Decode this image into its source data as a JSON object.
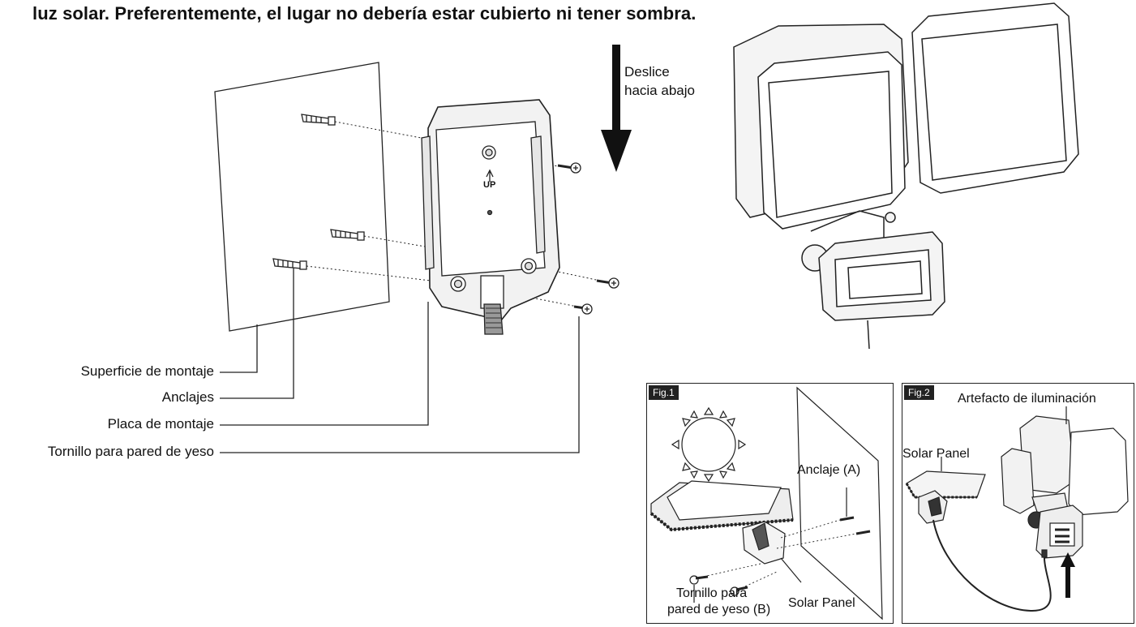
{
  "heading": "luz solar. Preferentemente, el lugar no debería estar cubierto ni tener sombra.",
  "main_diagram": {
    "slide_label_line1": "Deslice",
    "slide_label_line2": "hacia abajo",
    "up_mark": "UP",
    "callouts": [
      "Superficie de montaje",
      "Anclajes",
      "Placa de montaje",
      "Tornillo para pared de yeso"
    ]
  },
  "fig1": {
    "tag": "Fig.1",
    "anchor_label": "Anclaje (A)",
    "screw_label_line1": "Tornillo para",
    "screw_label_line2": "pared de yeso (B)",
    "panel_label": "Solar Panel"
  },
  "fig2": {
    "tag": "Fig.2",
    "fixture_label": "Artefacto de iluminación",
    "panel_label": "Solar Panel"
  },
  "colors": {
    "line": "#222222",
    "fill_light": "#f2f2f2",
    "fill_dark": "#1a1a1a"
  }
}
